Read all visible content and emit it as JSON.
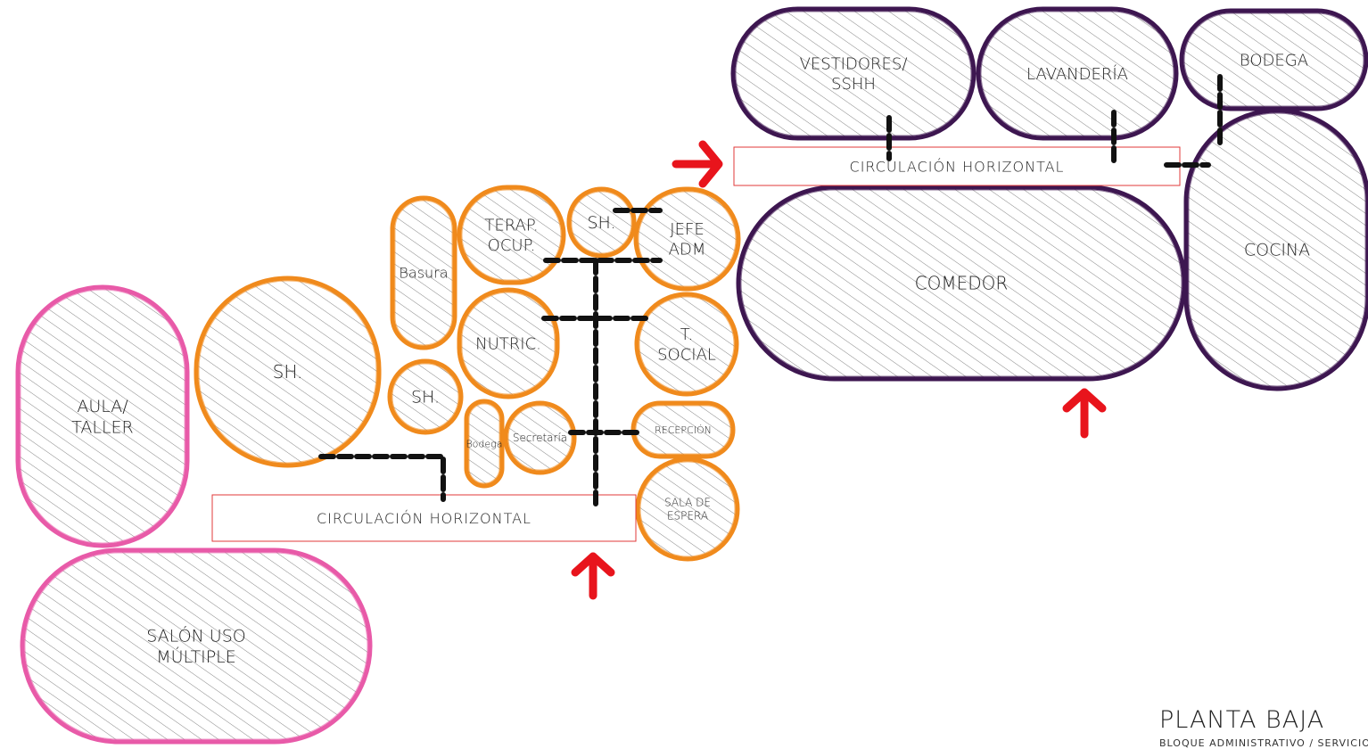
{
  "colors": {
    "pink": "#e85aa8",
    "orange": "#f08a1c",
    "purple": "#3d1650",
    "red": "#e8141c",
    "circulation_border": "#e23a3a",
    "dash": "#111111",
    "hatch": "#555555"
  },
  "spaces": {
    "aula_taller": [
      "AULA/",
      "TALLER"
    ],
    "salon_uso_multiple": [
      "SALÓN USO",
      "MÚLTIPLE"
    ],
    "sh_large": [
      "SH."
    ],
    "basura": [
      "Basura"
    ],
    "sh_small": [
      "SH."
    ],
    "bodega_small": [
      "Bodega"
    ],
    "secretaria": [
      "Secretaría"
    ],
    "terap_ocup": [
      "TERAP.",
      "OCUP."
    ],
    "sh_top": [
      "SH."
    ],
    "jefe_adm": [
      "JEFE",
      "ADM"
    ],
    "nutric": [
      "NUTRIC."
    ],
    "t_social": [
      "T.",
      "SOCIAL"
    ],
    "recepcion": [
      "RECEPCIÓN"
    ],
    "sala_espera": [
      "SALA DE",
      "ESPERA"
    ],
    "vestidores": [
      "VESTIDORES/",
      "SSHH"
    ],
    "lavanderia": [
      "LAVANDERÍA"
    ],
    "bodega_kitchen": [
      "BODEGA"
    ],
    "cocina": [
      "COCINA"
    ],
    "comedor": [
      "COMEDOR"
    ]
  },
  "circulation": {
    "lower": "CIRCULACIÓN HORIZONTAL",
    "upper": "CIRCULACIÓN HORIZONTAL"
  },
  "title": {
    "main": "PLANTA BAJA",
    "sub": "BLOQUE ADMINISTRATIVO / SERVICIOS"
  }
}
